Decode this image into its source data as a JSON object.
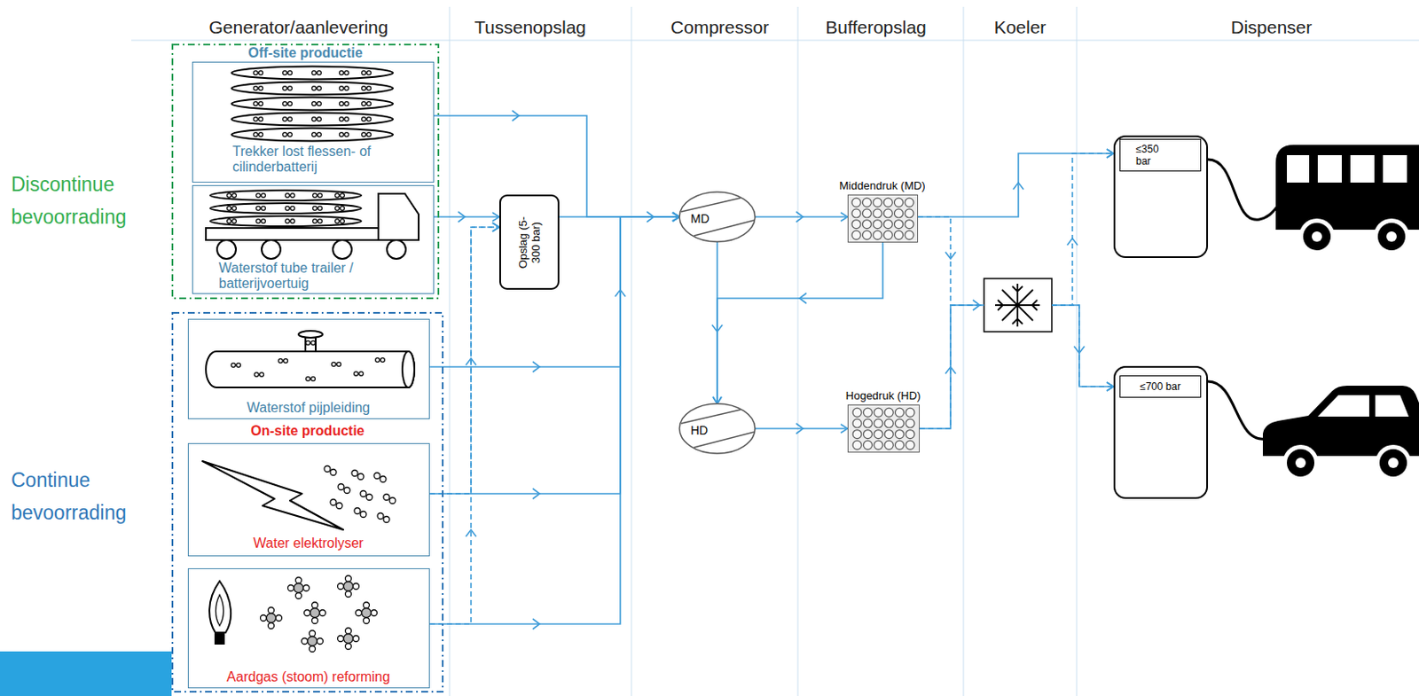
{
  "diagram": {
    "nodes": [
      {
        "text": [
          "Off-site productie"
        ]
      },
      {
        "text": [
          "Trekker lost flessen- of cilinderbatterij"
        ],
        "in": 0
      },
      {
        "text": [
          "Waterstof tube trailer / batterijvoertuig"
        ],
        "in": 0
      },
      {
        "text": [
          "On-site productie"
        ]
      },
      {
        "text": [
          "Waterstof pijpleiding"
        ],
        "in": 3
      },
      {
        "text": [
          "Water elektrolyser"
        ],
        "in": 3
      },
      {
        "text": [
          "Aardgas (stoom) reforming"
        ],
        "in": 3
      },
      {
        "text": [
          "Opslag (5-300 bar)"
        ]
      },
      {
        "text": [
          "MD"
        ]
      },
      {
        "text": [
          "HD"
        ]
      },
      {
        "text": [
          "Middendruk (MD)"
        ]
      },
      {
        "text": [
          "Hogedruk (HD)"
        ]
      },
      {
        "text": [
          "≤350 bar"
        ]
      },
      {
        "text": [
          "≤700 bar"
        ]
      }
    ],
    "edges": [
      {
        "from": 1,
        "to": 8,
        "arrow": "to"
      },
      {
        "from": 2,
        "to": 7,
        "arrow": "to"
      },
      {
        "from": 4,
        "to": 8,
        "arrow": "to"
      },
      {
        "from": 5,
        "to": 8,
        "arrow": "to"
      },
      {
        "from": 6,
        "to": 8,
        "arrow": "to"
      },
      {
        "from": 5,
        "to": 7,
        "arrow": "to"
      },
      {
        "from": 6,
        "to": 7,
        "arrow": "to"
      },
      {
        "from": 7,
        "to": 8,
        "arrow": "to"
      },
      {
        "from": 8,
        "to": 10,
        "arrow": "to"
      },
      {
        "from": 10,
        "to": 9,
        "arrow": "to"
      },
      {
        "from": 8,
        "to": 9,
        "arrow": "to"
      },
      {
        "from": 9,
        "to": 11,
        "arrow": "to"
      },
      {
        "from": 11,
        "to": 13,
        "arrow": "to"
      },
      {
        "from": 11,
        "to": 12,
        "arrow": "to"
      },
      {
        "from": 10,
        "to": 12,
        "arrow": "to"
      },
      {
        "from": 10,
        "to": 13,
        "arrow": "to"
      }
    ],
    "labels": [
      "Generator/aanlevering",
      "Tussenopslag",
      "Compressor",
      "Bufferopslag",
      "Koeler",
      "Dispenser",
      "Discontinue bevoorrading",
      "Continue bevoorrading"
    ]
  }
}
